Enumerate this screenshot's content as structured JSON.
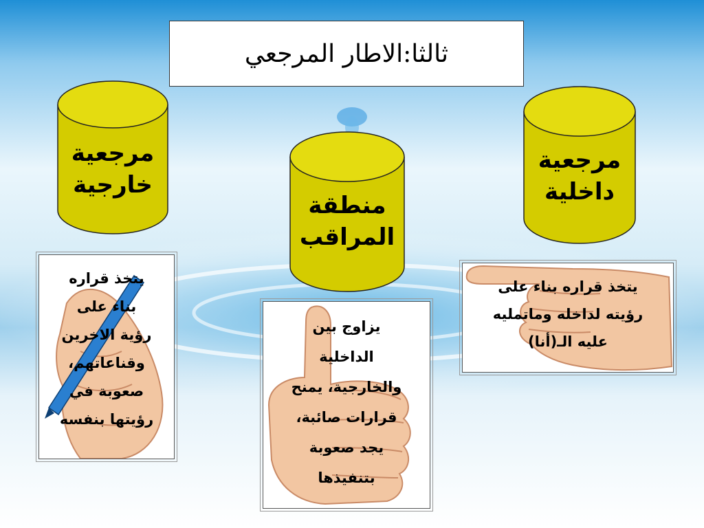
{
  "title": "ثالثا:الاطار المرجعي",
  "colors": {
    "cylinder_fill": "#d4cc00",
    "cylinder_stroke": "#222222",
    "skin": "#f2c6a2",
    "skin_shade": "#d99c78",
    "pen": "#2a7fd0"
  },
  "cylinders": {
    "external": {
      "label": "مرجعية\nخارجية"
    },
    "observer": {
      "label": "منطقة\nالمراقب"
    },
    "internal": {
      "label": "مرجعية\nداخلية"
    }
  },
  "cards": {
    "external": {
      "text": "يتخذ قراره\nبناء على\nرؤية الاخرين\nوقناعاتهم،\nصعوبة في\nرؤيتها بنفسه",
      "icon": "hand-with-pen-icon"
    },
    "observer": {
      "text": "يزاوج بين\nالداخلية\nوالخارجية، يمنح\nقرارات صائبة،\nيجد صعوبة\nبتنفيذها",
      "icon": "thumbs-up-hand-icon"
    },
    "internal": {
      "text": "يتخذ قراره بناء على\nرؤيته لداخله وماتمليه\nعليه الـ(أنا)",
      "icon": "pointing-hand-icon"
    }
  }
}
